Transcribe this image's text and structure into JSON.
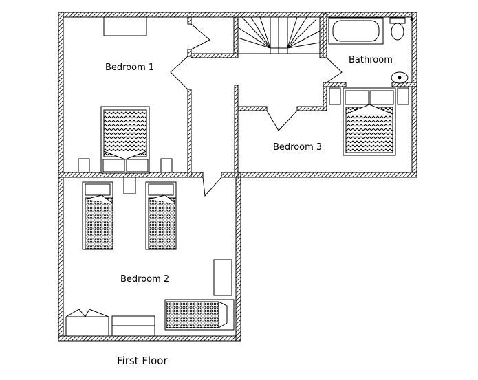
{
  "rooms": {
    "bedroom1": "Bedroom 1",
    "bedroom2": "Bedroom 2",
    "bedroom3": "Bedroom 3",
    "bathroom": "Bathroom"
  },
  "caption": "First Floor",
  "colors": {
    "line": "#000000",
    "background": "#ffffff"
  }
}
